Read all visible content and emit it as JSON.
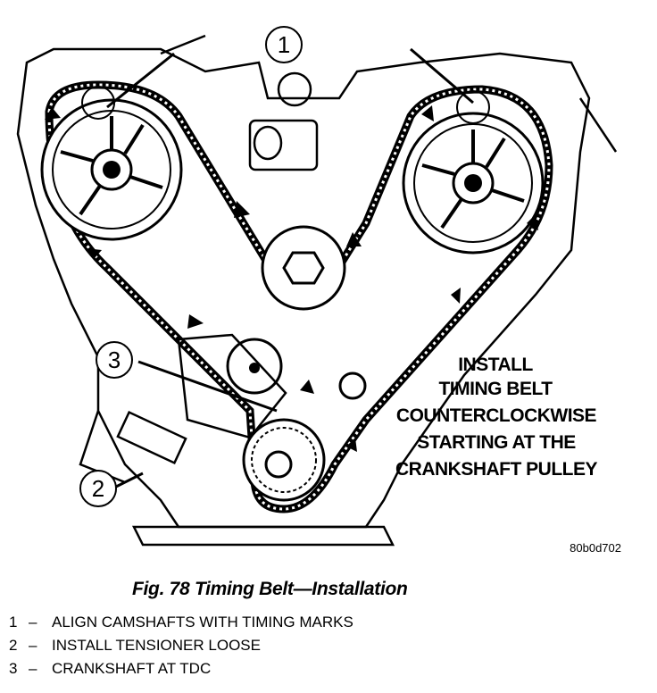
{
  "diagram": {
    "callouts": [
      "1",
      "2",
      "3"
    ],
    "instruction_lines": [
      "INSTALL",
      "TIMING BELT",
      "COUNTERCLOCKWISE",
      "STARTING AT THE",
      "CRANKSHAFT PULLEY"
    ],
    "figure_id": "80b0d702"
  },
  "caption": "Fig. 78 Timing Belt—Installation",
  "legend": [
    {
      "num": "1",
      "dash": "–",
      "text": "ALIGN CAMSHAFTS WITH TIMING MARKS"
    },
    {
      "num": "2",
      "dash": "–",
      "text": "INSTALL TENSIONER LOOSE"
    },
    {
      "num": "3",
      "dash": "–",
      "text": "CRANKSHAFT AT TDC"
    }
  ]
}
